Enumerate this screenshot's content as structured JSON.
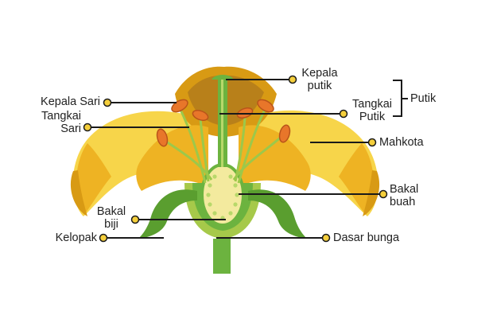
{
  "colors": {
    "petal_yellow": "#f7d54a",
    "petal_orange": "#eeb323",
    "petal_dark": "#d89a14",
    "sepal_green": "#5a9e2f",
    "stem_green": "#6cb33f",
    "light_green": "#b8d86a",
    "anther_orange": "#e8762a",
    "stigma_brown": "#a8651d",
    "label_dot": "#f5cf3c",
    "line_black": "#1a1a1a"
  },
  "labels": {
    "kepala_putik": [
      "Kepala",
      "putik"
    ],
    "putik": "Putik",
    "tangkai_putik": [
      "Tangkai",
      "Putik"
    ],
    "kepala_sari": "Kepala Sari",
    "tangkai_sari": [
      "Tangkai",
      "Sari"
    ],
    "mahkota": "Mahkota",
    "bakal_buah": [
      "Bakal",
      "buah"
    ],
    "bakal_biji": [
      "Bakal",
      "biji"
    ],
    "kelopak": "Kelopak",
    "dasar_bunga": "Dasar bunga"
  }
}
